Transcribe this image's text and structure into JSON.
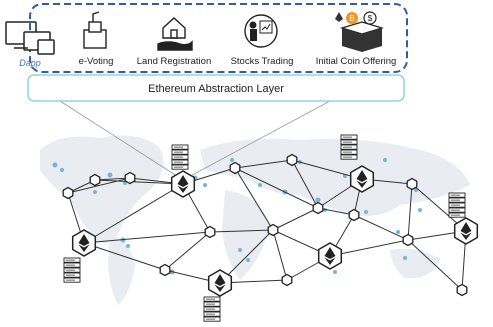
{
  "top_panel": {
    "apps": [
      {
        "label": "e-Voting",
        "icon": "ballot-box-icon"
      },
      {
        "label": "Land Registration",
        "icon": "house-in-hand-icon"
      },
      {
        "label": "Stocks Trading",
        "icon": "presenter-chart-icon"
      },
      {
        "label": "Initial Coin Offering",
        "icon": "coin-box-icon"
      }
    ],
    "dapp": {
      "label": "Dapp",
      "icon": "devices-icon"
    },
    "layer_label": "Ethereum Abstraction Layer"
  },
  "colors": {
    "dashed_border": "#2f5f9e",
    "layer_border": "#8fd3e8",
    "map": "#e9edf2",
    "map_dots": "#6fb6e6",
    "node": "#222222",
    "line": "#333333",
    "bitcoin": "#f7931a"
  },
  "network": {
    "node_icon": "ethereum-icon",
    "server_icon": "server-rack-icon"
  }
}
